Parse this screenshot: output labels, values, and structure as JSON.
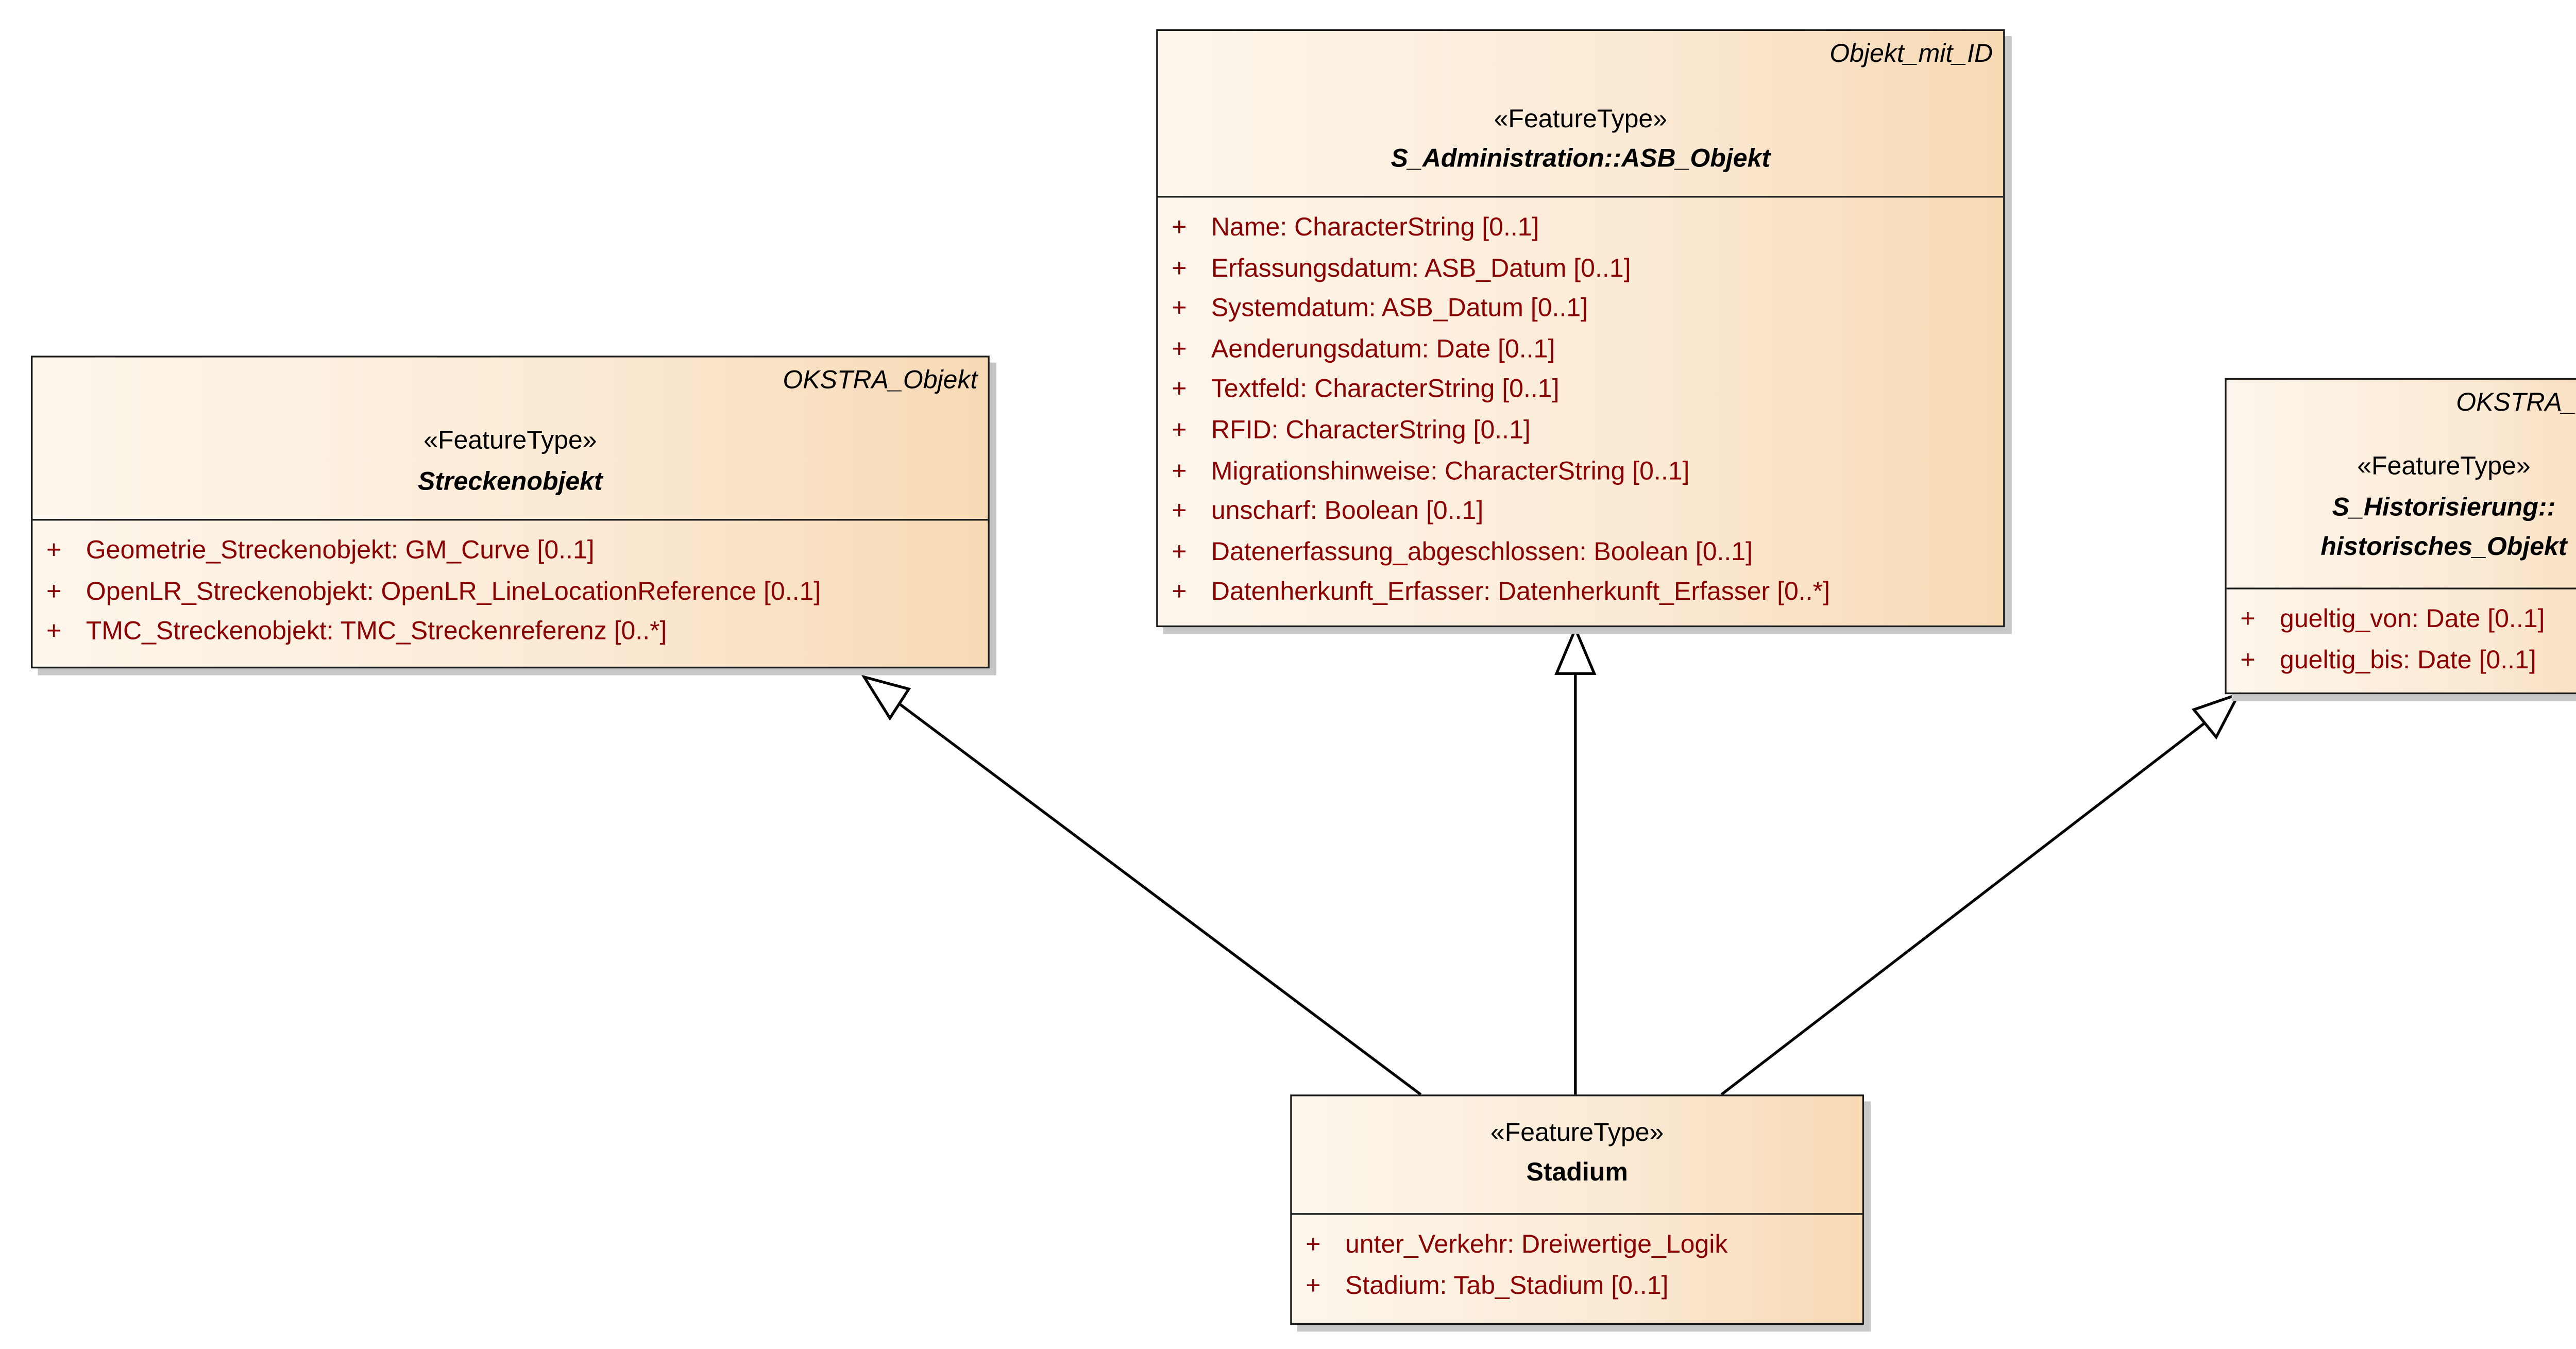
{
  "diagram": {
    "classes": {
      "strecken": {
        "parent": "OKSTRA_Objekt",
        "stereotype": "«FeatureType»",
        "name": "Streckenobjekt",
        "attributes": [
          {
            "vis": "+",
            "text": "Geometrie_Streckenobjekt: GM_Curve [0..1]"
          },
          {
            "vis": "+",
            "text": "OpenLR_Streckenobjekt: OpenLR_LineLocationReference [0..1]"
          },
          {
            "vis": "+",
            "text": "TMC_Streckenobjekt: TMC_Streckenreferenz [0..*]"
          }
        ]
      },
      "asb": {
        "parent": "Objekt_mit_ID",
        "stereotype": "«FeatureType»",
        "name": "S_Administration::ASB_Objekt",
        "attributes": [
          {
            "vis": "+",
            "text": "Name: CharacterString [0..1]"
          },
          {
            "vis": "+",
            "text": "Erfassungsdatum: ASB_Datum [0..1]"
          },
          {
            "vis": "+",
            "text": "Systemdatum: ASB_Datum [0..1]"
          },
          {
            "vis": "+",
            "text": "Aenderungsdatum: Date [0..1]"
          },
          {
            "vis": "+",
            "text": "Textfeld: CharacterString [0..1]"
          },
          {
            "vis": "+",
            "text": "RFID: CharacterString [0..1]"
          },
          {
            "vis": "+",
            "text": "Migrationshinweise: CharacterString [0..1]"
          },
          {
            "vis": "+",
            "text": "unscharf: Boolean [0..1]"
          },
          {
            "vis": "+",
            "text": "Datenerfassung_abgeschlossen: Boolean [0..1]"
          },
          {
            "vis": "+",
            "text": "Datenherkunft_Erfasser: Datenherkunft_Erfasser [0..*]"
          }
        ]
      },
      "hist": {
        "parent": "OKSTRA_Objekt",
        "stereotype": "«FeatureType»",
        "name_line1": "S_Historisierung::",
        "name_line2": "historisches_Objekt",
        "attributes": [
          {
            "vis": "+",
            "text": "gueltig_von: Date [0..1]"
          },
          {
            "vis": "+",
            "text": "gueltig_bis: Date [0..1]"
          }
        ]
      },
      "stadium": {
        "stereotype": "«FeatureType»",
        "name": "Stadium",
        "attributes": [
          {
            "vis": "+",
            "text": "unter_Verkehr: Dreiwertige_Logik"
          },
          {
            "vis": "+",
            "text": "Stadium: Tab_Stadium [0..1]"
          }
        ]
      }
    },
    "colors": {
      "attribute_text": "#8b0000",
      "class_fill_light": "#fdf6ec",
      "class_fill_dark": "#f7d9b4",
      "border": "#1a1a1a"
    }
  }
}
